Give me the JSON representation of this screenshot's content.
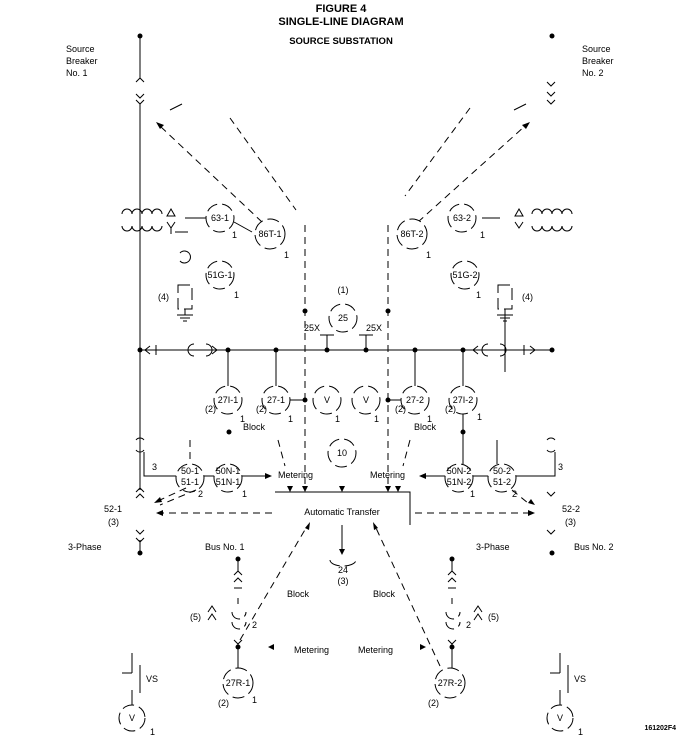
{
  "header": {
    "figure": "FIGURE 4",
    "title": "SINGLE-LINE DIAGRAM",
    "subtitle": "SOURCE SUBSTATION"
  },
  "breakers": {
    "left": [
      "Source",
      "Breaker",
      "No. 1"
    ],
    "right": [
      "Source",
      "Breaker",
      "No. 2"
    ]
  },
  "relays": {
    "r63_1": "63-1",
    "r86t_1": "86T-1",
    "r51g_1": "51G-1",
    "r86t_2": "86T-2",
    "r63_2": "63-2",
    "r51g_2": "51G-2",
    "r25": "25",
    "r25_note": "(1)",
    "r25x_l": "25X",
    "r25x_r": "25X",
    "r27i_1": "27I-1",
    "r27_1": "27-1",
    "v1": "V",
    "v2": "V",
    "r27_2": "27-2",
    "r27i_2": "27I-2",
    "r50_1": "50-1",
    "r51_1": "51-1",
    "r50n_1": "50N-1",
    "r51n_1": "51N-1",
    "r50n_2": "50N-2",
    "r51n_2": "51N-2",
    "r50_2": "50-2",
    "r51_2": "51-2",
    "r10": "10",
    "r24": "24",
    "r24_note": "(3)",
    "r27r_1": "27R-1",
    "r27r_2": "27R-2",
    "vs_v1": "V",
    "vs_v2": "V"
  },
  "notes": {
    "n1": "1",
    "n2": "(2)",
    "n3": "(3)",
    "n4": "(4)",
    "n5": "(5)",
    "two": "2",
    "three": "3"
  },
  "labels": {
    "block": "Block",
    "metering": "Metering",
    "auto_transfer": "Automatic Transfer",
    "b52_1": "52-1",
    "b52_2": "52-2",
    "three_phase": "3-Phase",
    "bus1": "Bus No. 1",
    "bus2": "Bus No. 2",
    "vs": "VS",
    "drawing_code": "161202F4"
  }
}
